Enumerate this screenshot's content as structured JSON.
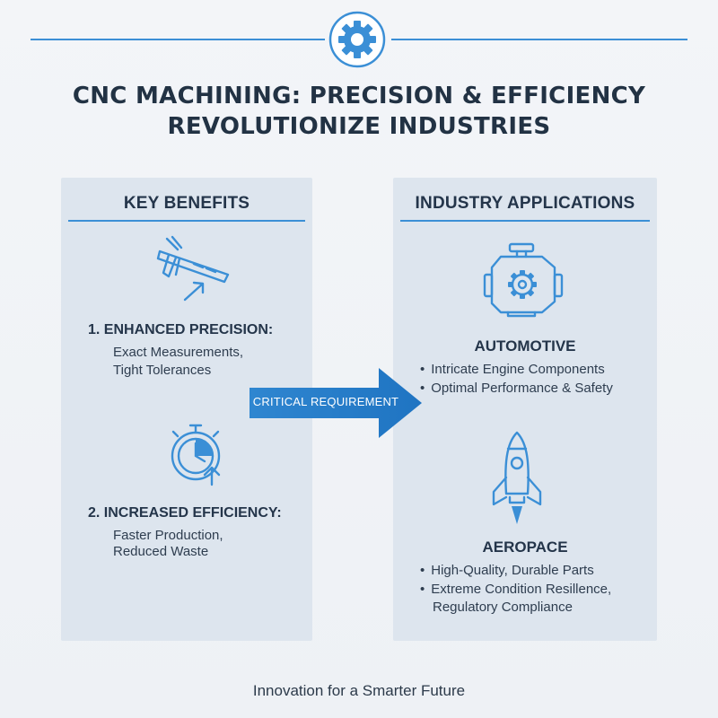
{
  "header": {
    "title_line1": "CNC MACHINING: PRECISION & EFFICIENCY",
    "title_line2": "REVOLUTIONIZE INDUSTRIES",
    "badge_icon": "gear-icon"
  },
  "benefits": {
    "heading": "KEY BENEFITS",
    "items": [
      {
        "title": "1.  ENHANCED PRECISION:",
        "lines": [
          "Exact Measurements,",
          "Tight Tolerances"
        ],
        "icon": "caliper-icon"
      },
      {
        "title": "2.  INCREASED EFFICIENCY:",
        "lines": [
          "Faster Production,",
          "Reduced Waste"
        ],
        "icon": "stopwatch-icon"
      }
    ]
  },
  "connector": {
    "label": "CRITICAL REQUIREMENT",
    "icon": "arrow-right-icon"
  },
  "applications": {
    "heading": "INDUSTRY APPLICATIONS",
    "items": [
      {
        "title": "AUTOMOTIVE",
        "bullets": [
          "Intricate Engine Components",
          "Optimal Performance & Safety"
        ],
        "icon": "engine-icon"
      },
      {
        "title": "AEROPACE",
        "bullets": [
          "High-Quality, Durable Parts",
          "Extreme Condition Resillence,",
          "Regulatory Compliance"
        ],
        "icon": "rocket-icon"
      }
    ]
  },
  "footer": {
    "tagline": "Innovation for a Smarter Future"
  },
  "colors": {
    "accent": "#3b8fd6",
    "panel": "#dde5ee",
    "text": "#24354a"
  }
}
